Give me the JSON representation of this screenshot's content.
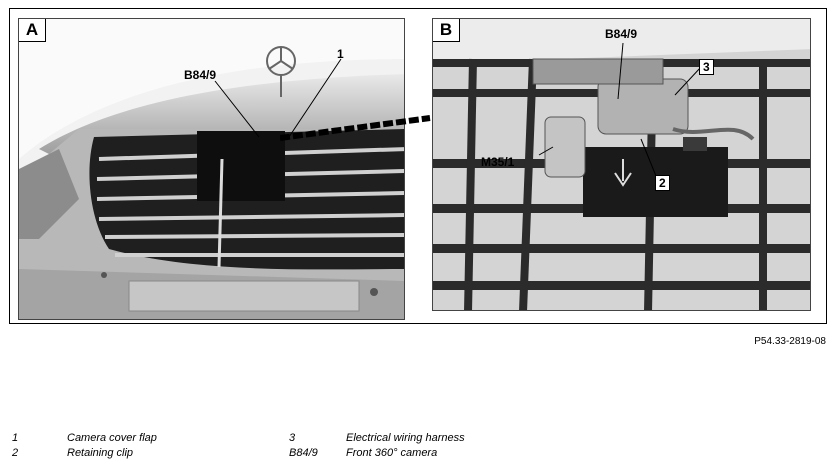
{
  "panels": [
    {
      "letter": "A"
    },
    {
      "letter": "B"
    }
  ],
  "callouts": {
    "a_1": "1",
    "a_b849": "B84/9",
    "b_b849": "B84/9",
    "b_3": "3",
    "b_m351": "M35/1",
    "b_2": "2"
  },
  "figure_id": "P54.33-2819-08",
  "legend": [
    {
      "key": "1",
      "text": "Camera cover flap"
    },
    {
      "key": "2",
      "text": "Retaining clip"
    },
    {
      "key": "3",
      "text": "Electrical wiring harness"
    },
    {
      "key": "B84/9",
      "text": "Front 360° camera"
    }
  ],
  "colors": {
    "frame": "#000000",
    "photo_dark": "#2a2a2a",
    "photo_mid": "#8a8a8a",
    "photo_light": "#d8d8d8"
  }
}
